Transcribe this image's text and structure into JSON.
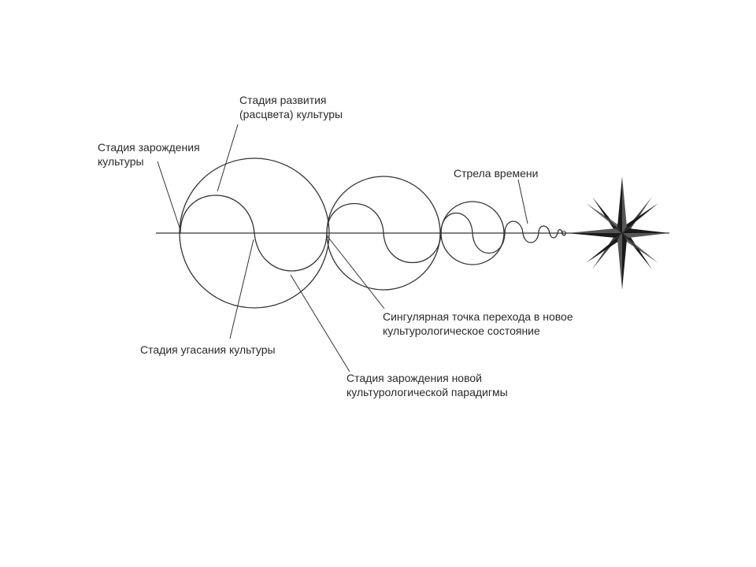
{
  "labels": {
    "origin": {
      "line1": "Стадия зарождения",
      "line2": "культуры"
    },
    "flourish": {
      "line1": "Стадия развития",
      "line2": "(расцвета) культуры"
    },
    "arrow_of_time": "Стрела времени",
    "singular_point": {
      "line1": "Сингулярная точка перехода в новое",
      "line2": "культурологическое состояние"
    },
    "decline": "Стадия угасания культуры",
    "new_paradigm": {
      "line1": "Стадия зарождения новой",
      "line2": "культурологической парадигмы"
    }
  },
  "icons": {
    "star": "compass-star-icon"
  },
  "colors": {
    "stroke": "#333333",
    "text": "#2a2a2a",
    "star_fill": "#1a1a1a"
  }
}
